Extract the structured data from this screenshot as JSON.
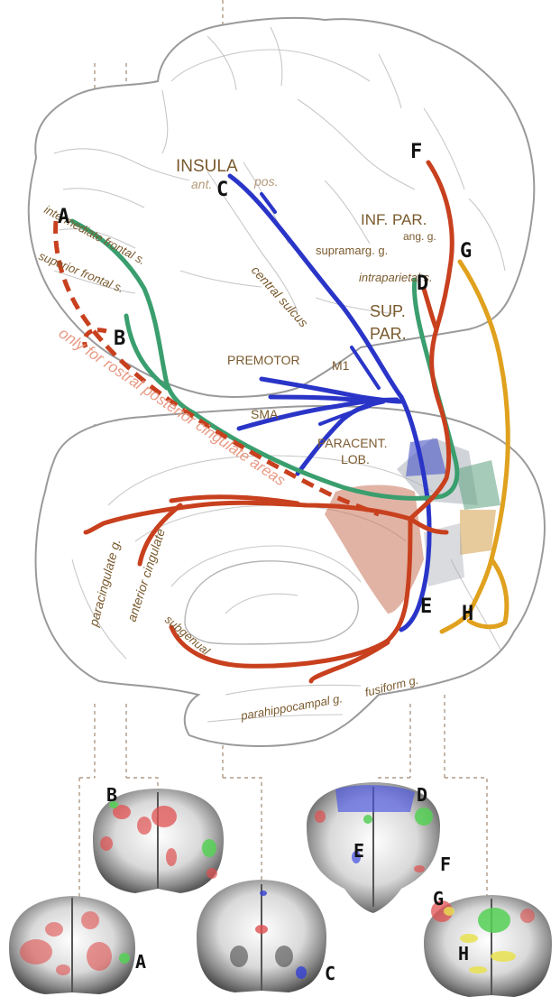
{
  "colors": {
    "tract_A_B": "#3a9e6e",
    "tract_C": "#2a35c8",
    "tract_D_G_F_E": "#c8401e",
    "tract_G_H": "#e0a11e",
    "region_label": "#7a5a2e",
    "guide_dash": "#b09a86"
  },
  "regions": {
    "insula": "INSULA",
    "ant": "ant.",
    "pos": "pos.",
    "inf_par": "INF. PAR.",
    "ang_g": "ang. g.",
    "supramarg_g": "supramarg. g.",
    "intraparietal_s": "intraparietal s.",
    "sup_par_1": "SUP.",
    "sup_par_2": "PAR.",
    "intermediate_frontal_s": "intermediate frontal s.",
    "superior_frontal_s": "superior frontal s.",
    "central_sulcus": "central sulcus",
    "premotor": "PREMOTOR",
    "m1": "M1",
    "sma": "SMA",
    "paracent_1": "PARACENT.",
    "paracent_2": "LOB.",
    "rostral_note": "only for rostral posterior cingulate areas",
    "paracingulate_g": "paracingulate g.",
    "anterior_cingulate": "anterior cingulate",
    "subgenual": "subgenual",
    "parahippocampal_g": "parahippocampal g.",
    "fusiform_g": "fusiform g."
  },
  "tract_letters": {
    "A": "A",
    "B": "B",
    "C": "C",
    "D": "D",
    "E": "E",
    "F": "F",
    "G": "G",
    "H": "H"
  },
  "slice_letters": {
    "B": "B",
    "D": "D",
    "E": "E",
    "F": "F",
    "G": "G",
    "A": "A",
    "C": "C",
    "H": "H"
  }
}
